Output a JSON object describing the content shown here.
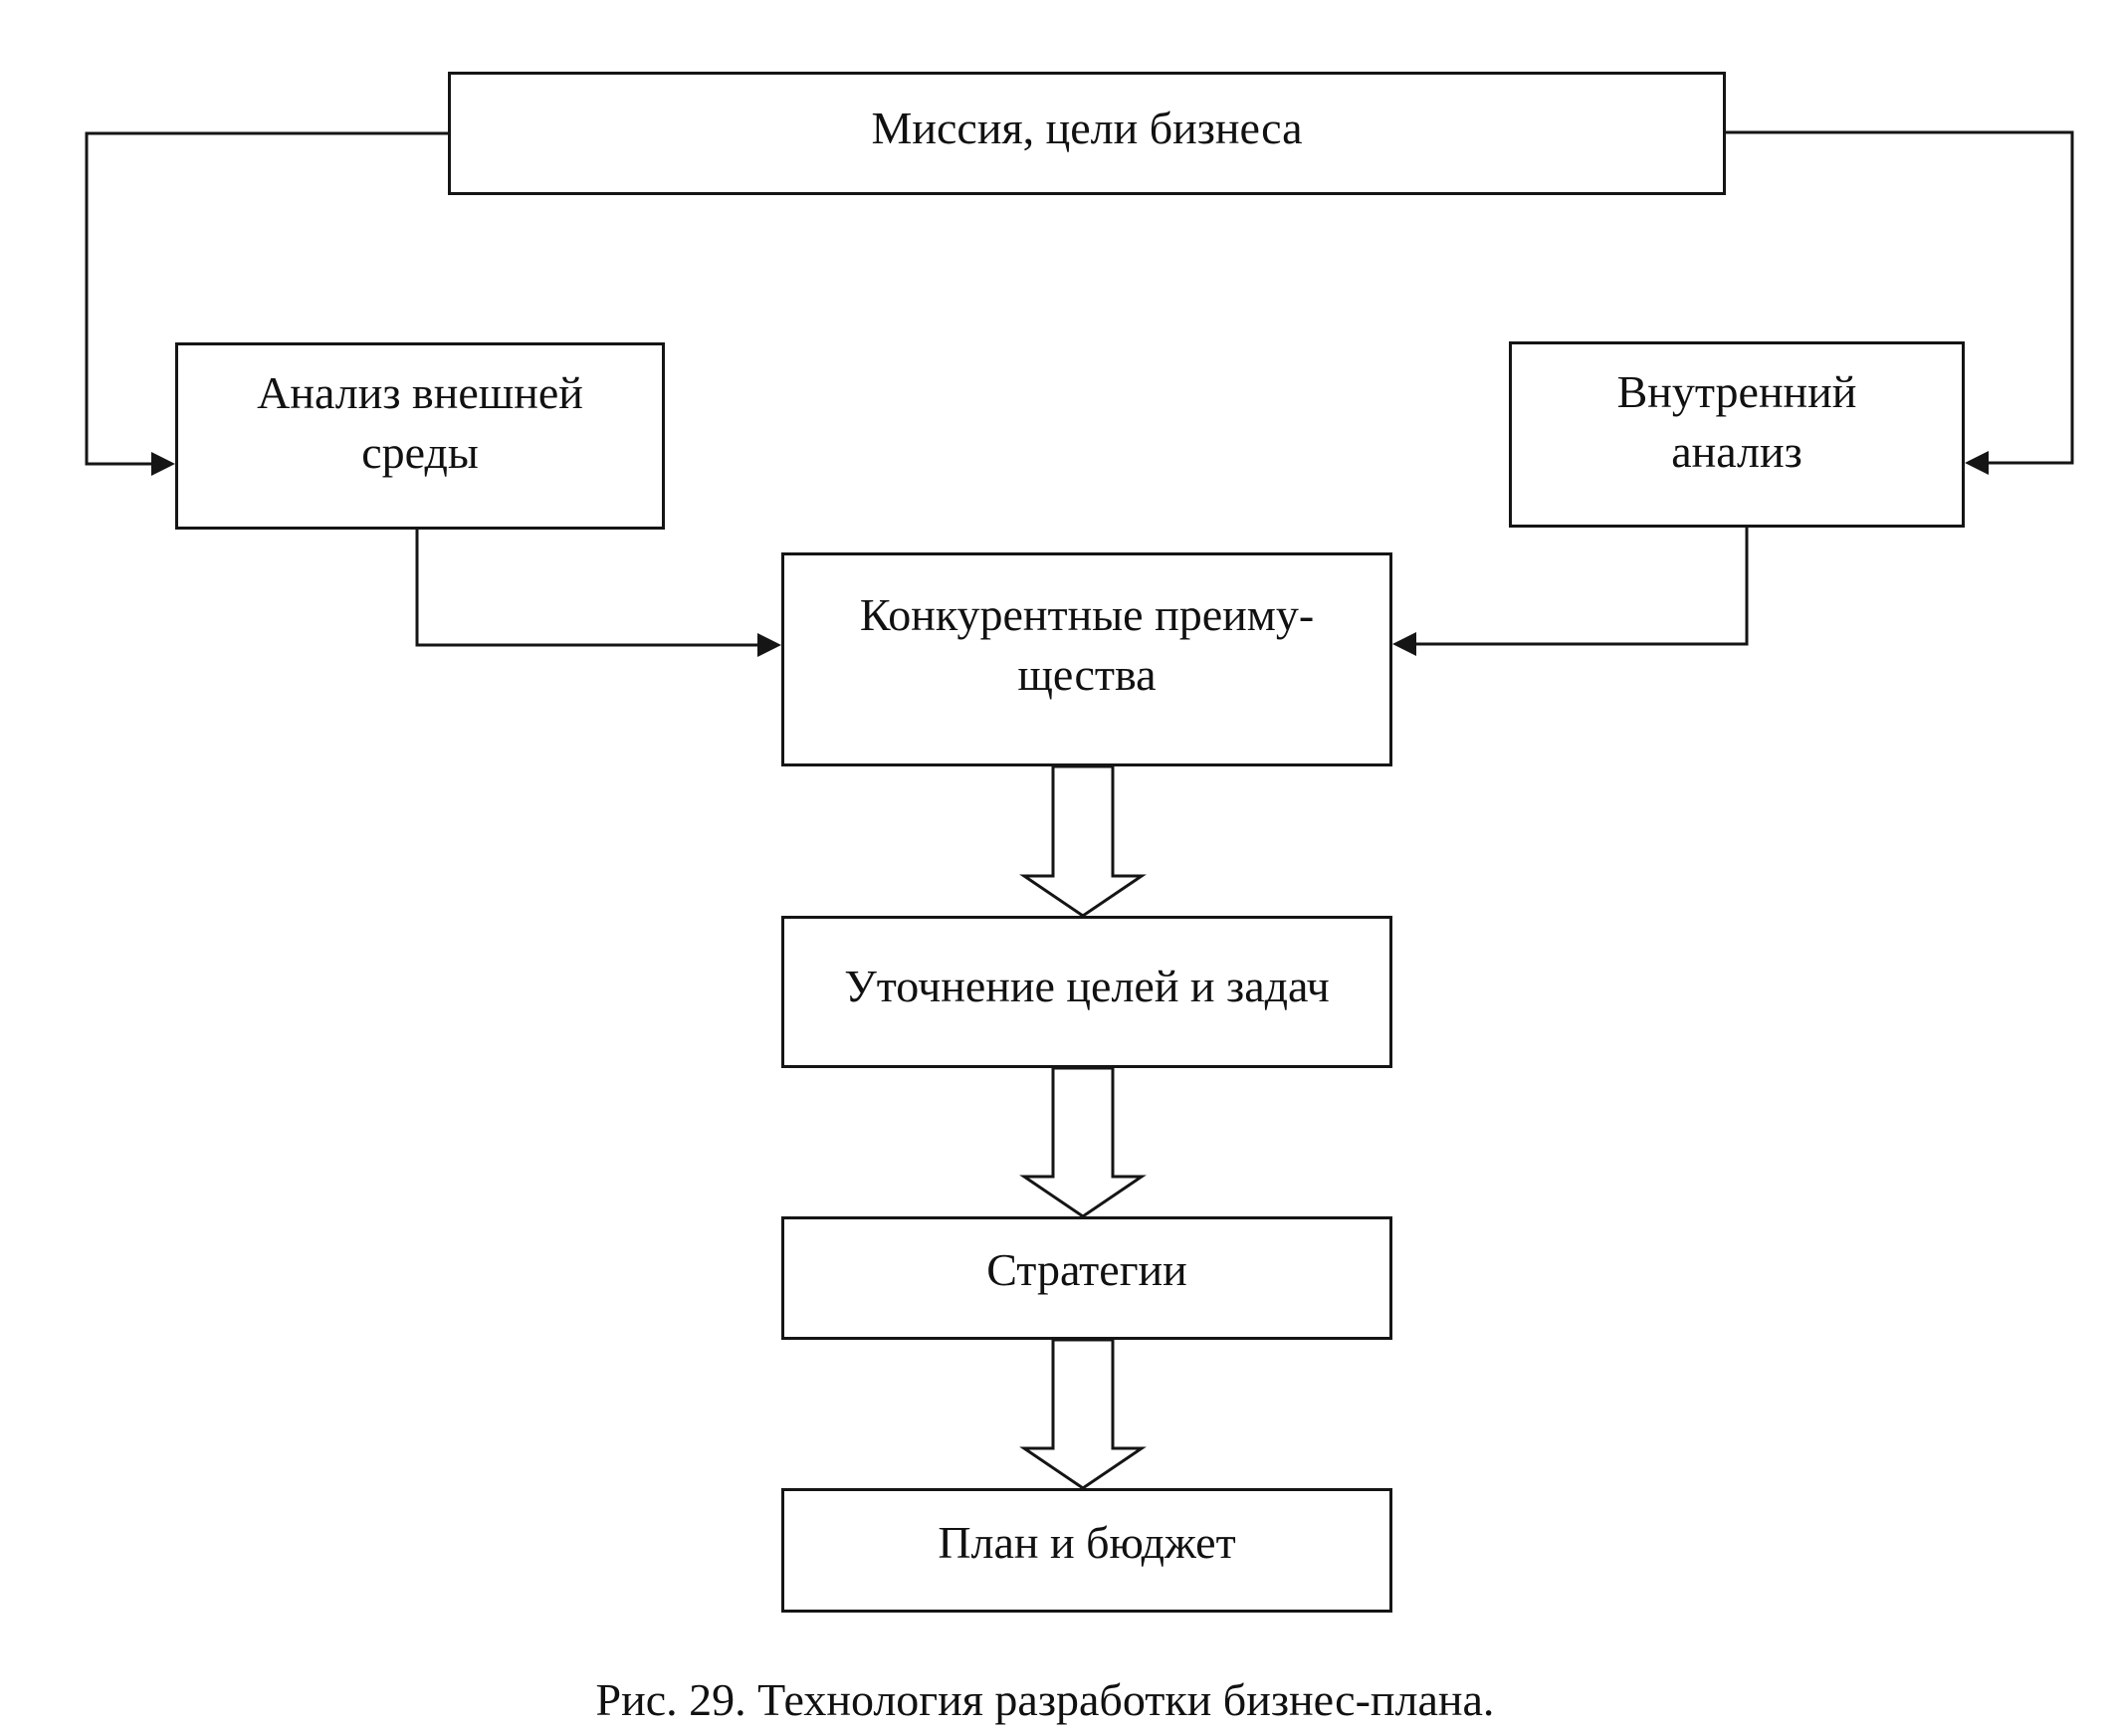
{
  "diagram": {
    "nodes": {
      "mission": {
        "label": "Миссия, цели бизнеса"
      },
      "external_analysis": {
        "lines": [
          "Анализ внешней",
          "среды"
        ]
      },
      "internal_analysis": {
        "lines": [
          "Внутренний",
          "анализ"
        ]
      },
      "competitive_advantages": {
        "lines": [
          "Конкурентные преиму-",
          "щества"
        ]
      },
      "goals_refinement": {
        "label": "Уточнение целей и задач"
      },
      "strategies": {
        "label": "Стратегии"
      },
      "plan_budget": {
        "label": "План и бюджет"
      }
    },
    "edges": [
      {
        "from": "mission",
        "to": "external_analysis",
        "style": "line-arrow"
      },
      {
        "from": "mission",
        "to": "internal_analysis",
        "style": "line-arrow"
      },
      {
        "from": "external_analysis",
        "to": "competitive_advantages",
        "style": "line-arrow"
      },
      {
        "from": "internal_analysis",
        "to": "competitive_advantages",
        "style": "line-arrow"
      },
      {
        "from": "competitive_advantages",
        "to": "goals_refinement",
        "style": "block-arrow"
      },
      {
        "from": "goals_refinement",
        "to": "strategies",
        "style": "block-arrow"
      },
      {
        "from": "strategies",
        "to": "plan_budget",
        "style": "block-arrow"
      }
    ]
  },
  "caption": "Рис. 29.  Технология разработки бизнес-плана.",
  "colors": {
    "line": "#151515",
    "background": "#ffffff",
    "text": "#111111"
  }
}
